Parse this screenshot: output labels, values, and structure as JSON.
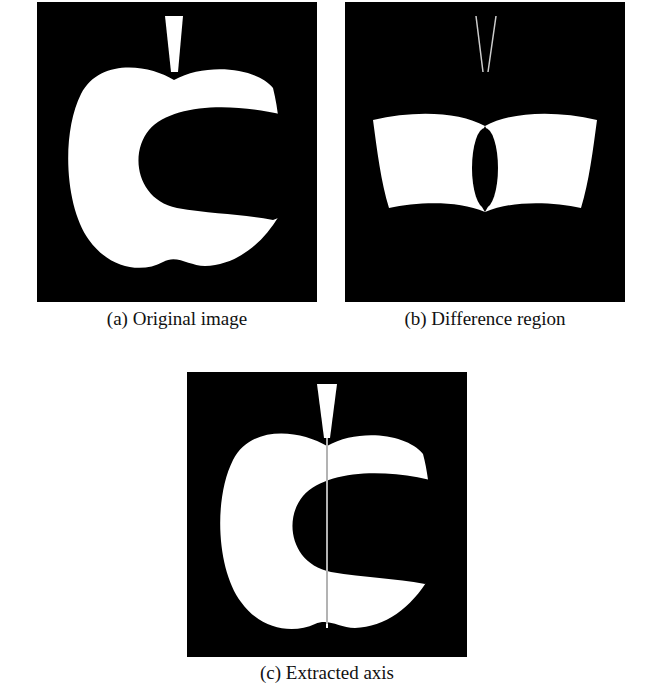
{
  "diagram": {
    "labels": [
      "(a) Original image",
      "(b) Difference region",
      "(c) Extracted axis"
    ]
  }
}
